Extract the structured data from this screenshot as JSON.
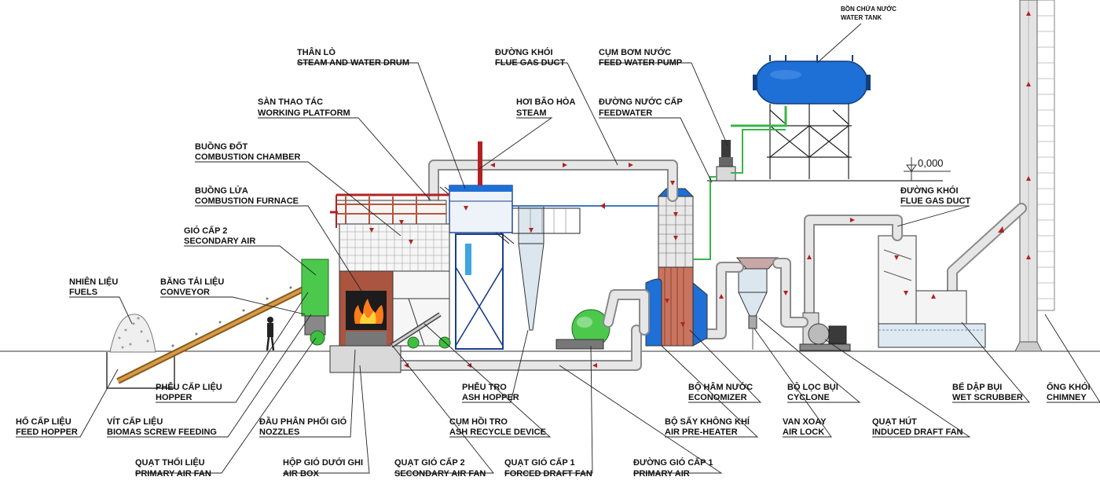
{
  "labels": {
    "water_tank": [
      "BỒN CHỨA NƯỚC",
      "WATER TANK"
    ],
    "steam_drum": [
      "THÂN LÒ",
      "STEAM AND WATER DRUM"
    ],
    "flue_duct_top": [
      "ĐƯỜNG KHÓI",
      "FLUE GAS DUCT"
    ],
    "feed_pump": [
      "CỤM BƠM NƯỚC",
      "FEED WATER PUMP"
    ],
    "platform": [
      "SÀN THAO TÁC",
      "WORKING PLATFORM"
    ],
    "steam": [
      "HƠI BÃO HÒA",
      "STEAM"
    ],
    "feedwater": [
      "ĐƯỜNG NƯỚC CẤP",
      "FEEDWATER"
    ],
    "combustion_chamber": [
      "BUỒNG ĐỐT",
      "COMBUSTION CHAMBER"
    ],
    "furnace": [
      "BUỒNG LỬA",
      "COMBUSTION FURNACE"
    ],
    "secondary_air": [
      "GIÓ CẤP 2",
      "SECONDARY AIR"
    ],
    "fuels": [
      "NHIÊN LIỆU",
      "FUELS"
    ],
    "conveyor": [
      "BĂNG TẢI LIỆU",
      "CONVEYOR"
    ],
    "flue_duct_right": [
      "ĐƯỜNG KHÓI",
      "FLUE GAS DUCT"
    ],
    "hopper": [
      "PHỄU CẤP LIỆU",
      "HOPPER"
    ],
    "feed_hopper": [
      "HỐ CẤP LIỆU",
      "FEED HOPPER"
    ],
    "screw": [
      "VÍT CẤP LIỆU",
      "BIOMAS SCREW FEEDING"
    ],
    "nozzles": [
      "ĐẦU PHÂN PHỐI GIÓ",
      "NOZZLES"
    ],
    "ash_hopper": [
      "PHỄU TRO",
      "ASH HOPPER"
    ],
    "ash_recycle": [
      "CỤM HỒI TRO",
      "ASH RECYCLE DEVICE"
    ],
    "primary_fan": [
      "QUẠT THỔI LIỆU",
      "PRIMARY AIR FAN"
    ],
    "air_box": [
      "HỘP GIÓ DƯỚI GHI",
      "AIR BOX"
    ],
    "secondary_fan": [
      "QUẠT GIÓ CẤP 2",
      "SECONDARY AIR FAN"
    ],
    "forced_fan": [
      "QUẠT GIÓ CẤP 1",
      "FORCED DRAFT FAN"
    ],
    "primary_air": [
      "ĐƯỜNG GIÓ CẤP 1",
      "PRIMARY AIR"
    ],
    "economizer": [
      "BỘ HÂM NƯỚC",
      "ECONOMIZER"
    ],
    "air_preheater": [
      "BỘ SẤY KHÔNG KHÍ",
      "AIR PRE-HEATER"
    ],
    "cyclone": [
      "BỘ LỌC BỤI",
      "CYCLONE"
    ],
    "air_lock": [
      "VAN XOAY",
      "AIR LOCK"
    ],
    "induced_fan": [
      "QUẠT HÚT",
      "INDUCED DRAFT FAN"
    ],
    "wet_scrubber": [
      "BỂ DẬP BỤI",
      "WET SCRUBBER"
    ],
    "chimney": [
      "ỐNG KHÓI",
      "CHIMNEY"
    ]
  },
  "elevation": "0,000",
  "colors": {
    "tank": "#1e6fd6",
    "steel": "#222222",
    "brick": "#b5553c",
    "machine_green": "#3fbf3f",
    "pipe_gray": "#bdbdbd",
    "flow_arrow": "#b22222"
  }
}
